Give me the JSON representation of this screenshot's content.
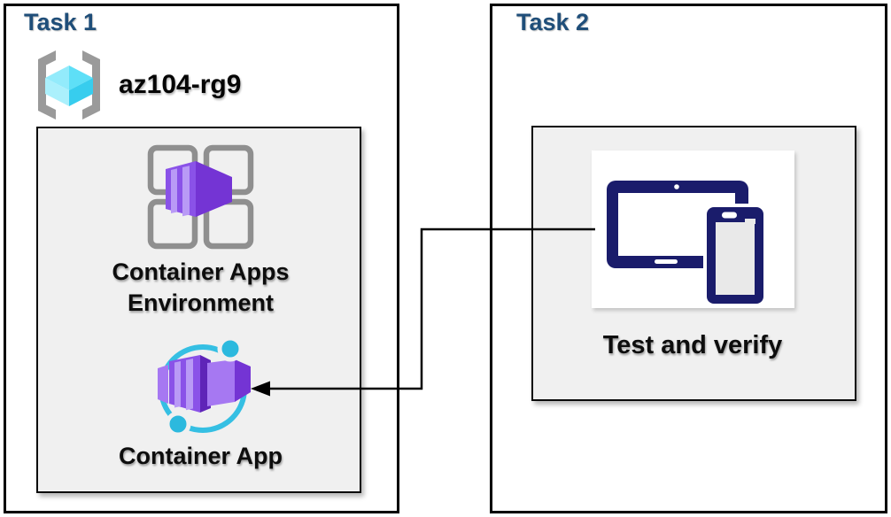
{
  "colors": {
    "title": "#1f4e79",
    "inner-bg": "#f0f0f0",
    "grid-gray": "#8f8f8f",
    "bracket-gray": "#9a9a9a",
    "cube-top-left": "#93ebfb",
    "cube-top-right": "#5edff7",
    "cube-left": "#abf0fc",
    "cube-right": "#37cdee",
    "purple-front": "#8a52e8",
    "purple-right": "#7434d4",
    "purple-dark": "#5f24b8",
    "purple-stripe": "#b99af6",
    "purple-side": "#a678f2",
    "cyan": "#35bfe3",
    "cyan-dot": "#2cb9de",
    "device-navy": "#1a1c6b"
  },
  "icons": {
    "resource_group": "azure-resource-group-icon (cyan cube in gray brackets)",
    "environment": "container-apps-environment-icon (gray 2x2 grid with purple container)",
    "app": "container-app-icon (purple container in cyan orbit with dots)",
    "verify": "devices-icon (navy tablet and phone)"
  },
  "task1": {
    "title": "Task 1",
    "resource_group_label": "az104-rg9",
    "environment_label": "Container Apps Environment",
    "app_label": "Container App"
  },
  "task2": {
    "title": "Task 2",
    "verify_label": "Test and verify"
  }
}
